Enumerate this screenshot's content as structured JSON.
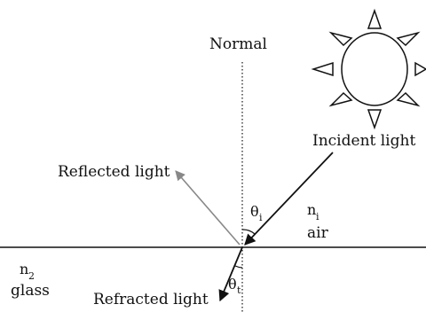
{
  "labels": {
    "normal": "Normal",
    "incident": "Incident light",
    "reflected": "Reflected light",
    "refracted": "Refracted light",
    "theta_i_base": "θ",
    "theta_i_sub": "i",
    "theta_t_base": "θ",
    "theta_t_sub": "t",
    "ni_base": "n",
    "ni_sub": "i",
    "ni_medium": "air",
    "n2_base": "n",
    "n2_sub": "2",
    "n2_medium": "glass"
  },
  "colors": {
    "line": "#111111",
    "reflected_ray": "#888888"
  },
  "icons": {
    "sun": "sun-icon"
  }
}
